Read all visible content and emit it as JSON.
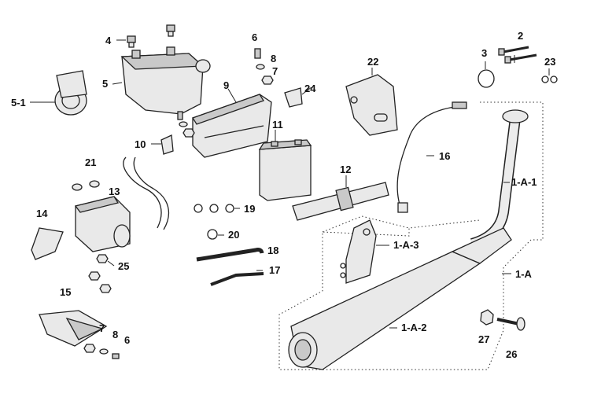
{
  "diagram": {
    "labels": {
      "p2": "2",
      "p3": "3",
      "p4": "4",
      "p5": "5",
      "p5_1": "5-1",
      "p6a": "6",
      "p6b": "6",
      "p7a": "7",
      "p7b": "7",
      "p8a": "8",
      "p8b": "8",
      "p9": "9",
      "p10": "10",
      "p11": "11",
      "p12": "12",
      "p13": "13",
      "p14": "14",
      "p15": "15",
      "p16": "16",
      "p17": "17",
      "p18": "18",
      "p19": "19",
      "p20": "20",
      "p21": "21",
      "p22": "22",
      "p23": "23",
      "p24": "24",
      "p25": "25",
      "p26": "26",
      "p27": "27",
      "p1A": "1-A",
      "p1A1": "1-A-1",
      "p1A2": "1-A-2",
      "p1A3": "1-A-3"
    }
  }
}
